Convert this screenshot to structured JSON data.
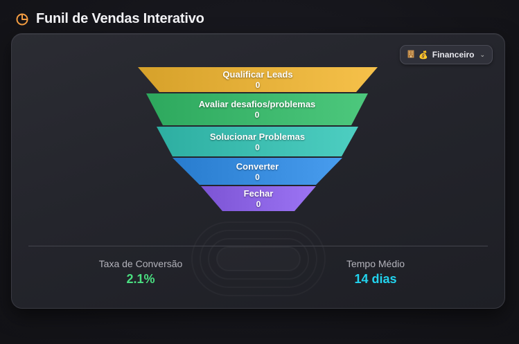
{
  "header": {
    "title": "Funil de Vendas Interativo",
    "icon": "pie-chart-icon",
    "accent": "#f59e42"
  },
  "filter": {
    "icon": "building-icon",
    "emoji": "💰",
    "label": "Financeiro",
    "chevron_icon": "chevron-down-icon"
  },
  "funnel": {
    "stages": [
      {
        "label": "Qualificar Leads",
        "count": "0",
        "color": "#e8b33c"
      },
      {
        "label": "Avaliar desafios/problemas",
        "count": "0",
        "color": "#3fba6f"
      },
      {
        "label": "Solucionar Problemas",
        "count": "0",
        "color": "#3fc0b3"
      },
      {
        "label": "Converter",
        "count": "0",
        "color": "#3a8ee0"
      },
      {
        "label": "Fechar",
        "count": "0",
        "color": "#8e66e6"
      }
    ]
  },
  "stats": {
    "conversion": {
      "label": "Taxa de Conversão",
      "value": "2.1%",
      "color": "#4ade80"
    },
    "avg_time": {
      "label": "Tempo Médio",
      "value": "14 dias",
      "color": "#22d3ee"
    }
  }
}
